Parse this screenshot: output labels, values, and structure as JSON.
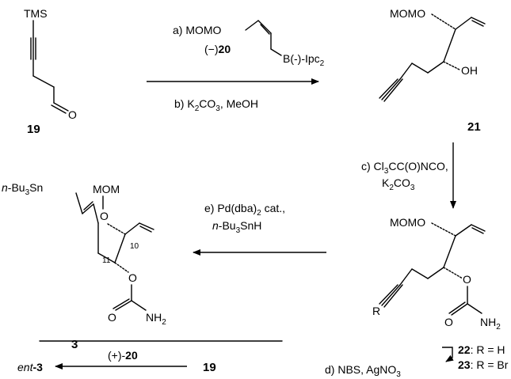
{
  "compounds": {
    "c19": "19",
    "c21": "21",
    "c22_label": "22",
    "c22_def": ": R = H",
    "c23_label": "23",
    "c23_def": ": R = Br",
    "c3": "3",
    "c19b": "19",
    "ent3_italic": "ent",
    "ent3_num": "-3"
  },
  "atoms": {
    "tms": "TMS",
    "o": "O",
    "momo": "MOMO",
    "oh": "OH",
    "r": "R",
    "nh2": "NH",
    "nh2_sub": "2",
    "mom": "MOM",
    "o_link": "O",
    "bu3sn_n": "n",
    "bu3sn_rest": "-Bu",
    "bu3sn_sub": "3",
    "bu3sn_sn": "Sn",
    "c10": "10",
    "c11": "11"
  },
  "steps": {
    "a_prefix": "a) MOMO",
    "a_reagent_open": "(",
    "a_reagent_sign": "−",
    "a_reagent_close": ")",
    "a_reagent_num": "20",
    "a_boron": "B(-)-Ipc",
    "a_boron_sub": "2",
    "b_text_1": "b) K",
    "b_sub": "2",
    "b_text_2": "CO",
    "b_sub2": "3",
    "b_text_3": ", MeOH",
    "c_line1_a": "c) Cl",
    "c_line1_sub": "3",
    "c_line1_b": "CC(O)NCO,",
    "c_line2_a": "K",
    "c_line2_sub": "2",
    "c_line2_b": "CO",
    "c_line2_sub2": "3",
    "d_text_a": "d) NBS, AgNO",
    "d_sub": "3",
    "e_line1_a": "e) Pd(dba)",
    "e_line1_sub": "2",
    "e_line1_b": " cat.,",
    "e_line2_n": "n",
    "e_line2_rest": "-Bu",
    "e_line2_sub": "3",
    "e_line2_end": "SnH",
    "plus20_open": "(+)-",
    "plus20_num": "20"
  }
}
